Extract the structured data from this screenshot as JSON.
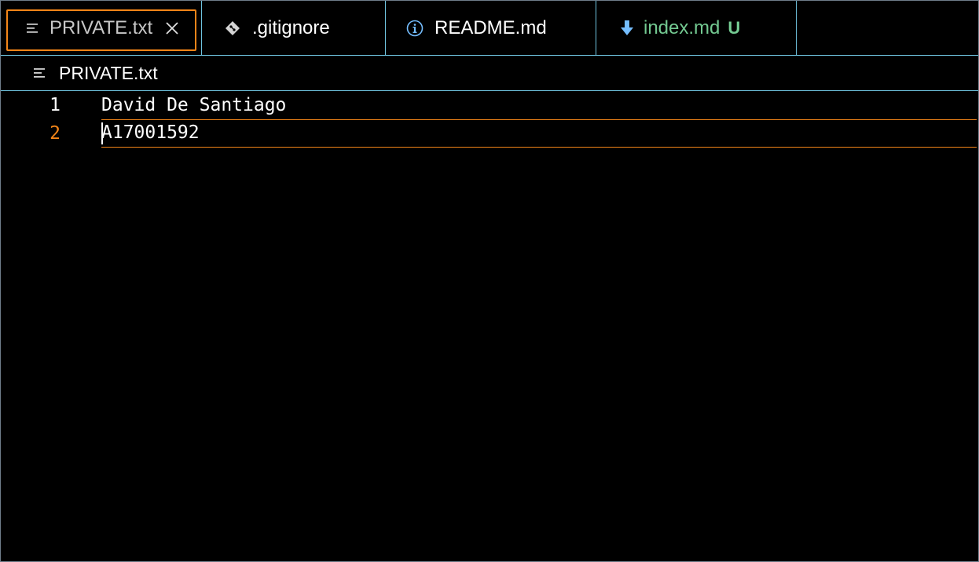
{
  "tabs": [
    {
      "label": "PRIVATE.txt",
      "icon": "text-file-icon",
      "active": true,
      "close_glyph": "✕"
    },
    {
      "label": ".gitignore",
      "icon": "git-file-icon",
      "active": false
    },
    {
      "label": "README.md",
      "icon": "info-icon",
      "active": false
    },
    {
      "label": "index.md",
      "icon": "markdown-download-icon",
      "active": false,
      "status": "U"
    }
  ],
  "breadcrumb": {
    "icon": "text-file-icon",
    "label": "PRIVATE.txt"
  },
  "editor": {
    "lines": [
      {
        "number": "1",
        "text": "David De Santiago"
      },
      {
        "number": "2",
        "text": "A17001592",
        "active": true
      }
    ]
  },
  "colors": {
    "background": "#000000",
    "border": "#6fc3df",
    "focus": "#f38518",
    "untracked": "#73c991",
    "icon": "#d4d4d4",
    "info_icon": "#75beff"
  }
}
